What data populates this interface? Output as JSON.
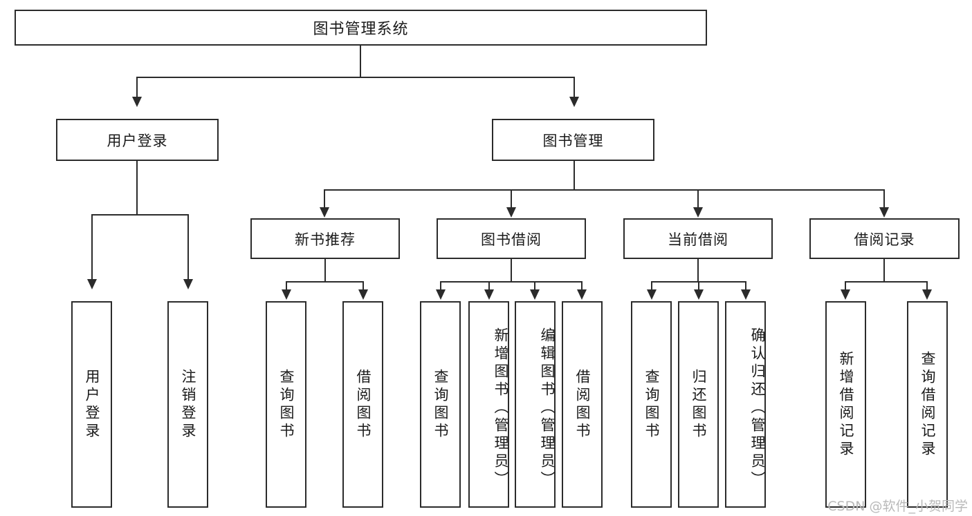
{
  "diagram": {
    "type": "tree-hierarchy-chart",
    "root": {
      "label": "图书管理系统"
    },
    "level2": [
      {
        "label": "用户登录"
      },
      {
        "label": "图书管理"
      }
    ],
    "level3": [
      {
        "label": "新书推荐"
      },
      {
        "label": "图书借阅"
      },
      {
        "label": "当前借阅"
      },
      {
        "label": "借阅记录"
      }
    ],
    "leaves": {
      "user_login": [
        {
          "label": "用户登录"
        },
        {
          "label": "注销登录"
        }
      ],
      "new_book_recommend": [
        {
          "label": "查询图书"
        },
        {
          "label": "借阅图书"
        }
      ],
      "book_borrow": [
        {
          "label": "查询图书"
        },
        {
          "label": "新增图书（管理员）"
        },
        {
          "label": "编辑图书（管理员）"
        },
        {
          "label": "借阅图书"
        }
      ],
      "current_borrow": [
        {
          "label": "查询图书"
        },
        {
          "label": "归还图书"
        },
        {
          "label": "确认归还（管理员）"
        }
      ],
      "borrow_record": [
        {
          "label": "新增借阅记录"
        },
        {
          "label": "查询借阅记录"
        }
      ]
    }
  },
  "watermark": {
    "text": "CSDN @软件_小贺同学"
  },
  "colors": {
    "stroke": "#2b2b2b",
    "fill": "#ffffff",
    "text": "#1a1a1a",
    "watermark": "#b9b9b9"
  }
}
